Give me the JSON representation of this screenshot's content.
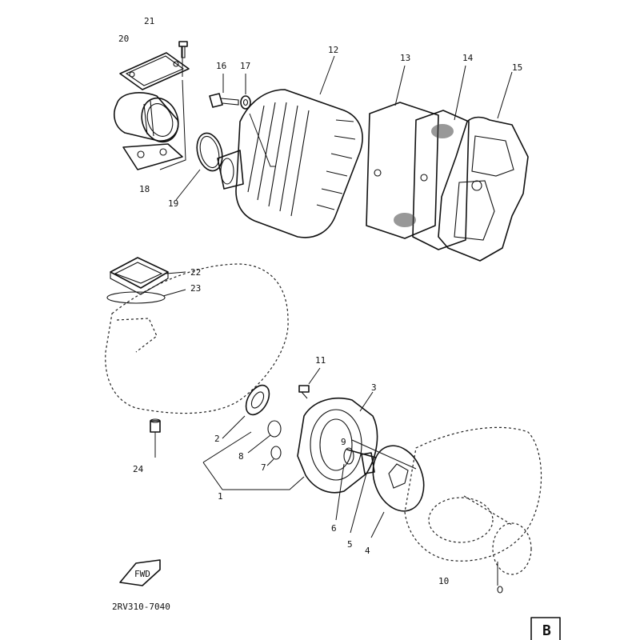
{
  "diagram": {
    "callouts": [
      {
        "id": "c21",
        "text": "21"
      },
      {
        "id": "c20",
        "text": "20"
      },
      {
        "id": "c16",
        "text": "16"
      },
      {
        "id": "c17",
        "text": "17"
      },
      {
        "id": "c12",
        "text": "12"
      },
      {
        "id": "c13",
        "text": "13"
      },
      {
        "id": "c14",
        "text": "14"
      },
      {
        "id": "c15",
        "text": "15"
      },
      {
        "id": "c18",
        "text": "18"
      },
      {
        "id": "c19",
        "text": "19"
      },
      {
        "id": "c22",
        "text": "22"
      },
      {
        "id": "c23",
        "text": "23"
      },
      {
        "id": "c11",
        "text": "11"
      },
      {
        "id": "c3",
        "text": "3"
      },
      {
        "id": "c2",
        "text": "2"
      },
      {
        "id": "c8",
        "text": "8"
      },
      {
        "id": "c9",
        "text": "9"
      },
      {
        "id": "c7",
        "text": "7"
      },
      {
        "id": "c24",
        "text": "24"
      },
      {
        "id": "c1",
        "text": "1"
      },
      {
        "id": "c6",
        "text": "6"
      },
      {
        "id": "c5",
        "text": "5"
      },
      {
        "id": "c4",
        "text": "4"
      },
      {
        "id": "c10",
        "text": "10"
      }
    ],
    "fwd_label": "FWD",
    "drawing_code": "2RV310-7040",
    "corner_letter": "B"
  }
}
